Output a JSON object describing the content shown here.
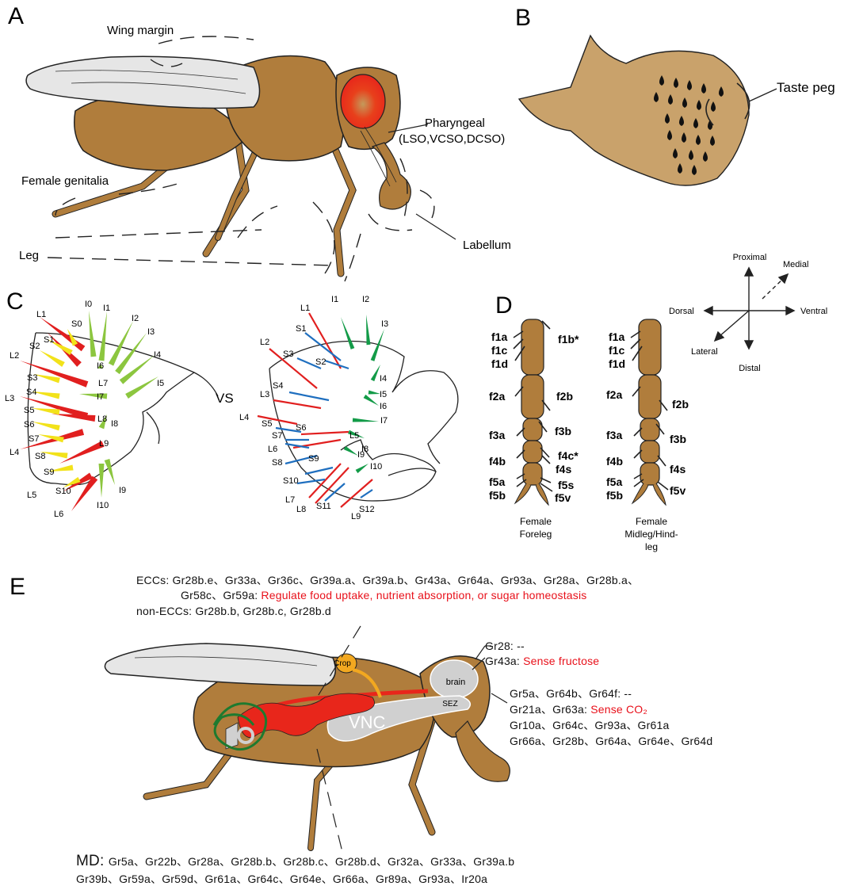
{
  "panels": {
    "a": "A",
    "b": "B",
    "c": "C",
    "d": "D",
    "e": "E"
  },
  "panel_a": {
    "wing_margin": "Wing margin",
    "female_genitalia": "Female genitalia",
    "leg": "Leg",
    "pharyngeal_line1": "Pharyngeal",
    "pharyngeal_line2": "(LSO,VCSO,DCSO)",
    "labellum": "Labellum"
  },
  "panel_b": {
    "taste_peg": "Taste peg"
  },
  "panel_c": {
    "vs": "VS",
    "left": {
      "L": [
        "L1",
        "L2",
        "L3",
        "L4",
        "L5",
        "L6",
        "L7",
        "L8",
        "L9"
      ],
      "S": [
        "S0",
        "S1",
        "S2",
        "S3",
        "S4",
        "S5",
        "S6",
        "S7",
        "S8",
        "S9",
        "S10"
      ],
      "I": [
        "I0",
        "I1",
        "I2",
        "I3",
        "I4",
        "I5",
        "I6",
        "I7",
        "I8",
        "I9",
        "I10"
      ]
    },
    "right": {
      "L": [
        "L1",
        "L2",
        "L3",
        "L4",
        "L5",
        "L6",
        "L7",
        "L8",
        "L9"
      ],
      "S": [
        "S1",
        "S2",
        "S3",
        "S4",
        "S5",
        "S6",
        "S7",
        "S8",
        "S9",
        "S10",
        "S11",
        "S12"
      ],
      "I": [
        "I1",
        "I2",
        "I3",
        "I4",
        "I5",
        "I6",
        "I7",
        "I8",
        "I9",
        "I10"
      ]
    }
  },
  "panel_d": {
    "axes": {
      "proximal": "Proximal",
      "distal": "Distal",
      "dorsal": "Dorsal",
      "ventral": "Ventral",
      "medial": "Medial",
      "lateral": "Lateral"
    },
    "foreleg": {
      "labels": [
        "f1a",
        "f1c",
        "f1d",
        "f1b*",
        "f2a",
        "f2b",
        "f3a",
        "f3b",
        "f4b",
        "f4c*",
        "f4s",
        "f5a",
        "f5b",
        "f5s",
        "f5v"
      ],
      "caption_line1": "Female",
      "caption_line2": "Foreleg"
    },
    "midleg": {
      "labels": [
        "f1a",
        "f1c",
        "f1d",
        "f2a",
        "f2b",
        "f3a",
        "f3b",
        "f4b",
        "f4s",
        "f5a",
        "f5b",
        "f5v"
      ],
      "caption_line1": "Female",
      "caption_line2": "Midleg/Hind-",
      "caption_line3": "leg"
    }
  },
  "panel_e": {
    "eccs_line1": "ECCs:  Gr28b.e、Gr33a、Gr36c、Gr39a.a、Gr39a.b、Gr43a、Gr64a、Gr93a、Gr28a、Gr28b.a、",
    "eccs_line2": "Gr58c、Gr59a: ",
    "eccs_function": "Regulate food uptake, nutrient absorption, or sugar homeostasis",
    "non_eccs": "non-ECCs: Gr28b.b, Gr28b.c, Gr28b.d",
    "crop": "Crop",
    "brain": "brain",
    "sez": "SEZ",
    "vnc": "VNC",
    "brain_gr28": "Gr28: --",
    "brain_gr43a": "Gr43a: ",
    "brain_gr43a_function": "Sense fructose",
    "sez_line1": "Gr5a、Gr64b、Gr64f: --",
    "sez_line2": "Gr21a、Gr63a: ",
    "sez_line2_function": "Sense CO₂",
    "sez_line3": "Gr10a、Gr64c、Gr93a、Gr61a",
    "sez_line4": "Gr66a、Gr28b、Gr64a、Gr64e、Gr64d",
    "md_prefix": "MD: ",
    "md_line1": "Gr5a、Gr22b、Gr28a、Gr28b.b、Gr28b.c、Gr28b.d、Gr32a、Gr33a、Gr39a.b",
    "md_line2": "Gr39b、Gr59a、Gr59d、Gr61a、Gr64c、Gr64e、Gr66a、Gr89a、Gr93a、Ir20a"
  },
  "colors": {
    "body": "#b07d3c",
    "peg_base": "#c9a26b",
    "wing": "#e6e6e6",
    "eye": "#e8261b",
    "long": "#e11f1f",
    "short": "#f2e21a",
    "intermediate": "#8cc63f",
    "right_long": "#e11f1f",
    "right_short": "#1f6fbf",
    "right_intermediate": "#139b48",
    "gut": "#e8261b",
    "crop": "#f2a820",
    "malpighian": "#1e7a2f",
    "nerve": "#cfcfcf"
  }
}
